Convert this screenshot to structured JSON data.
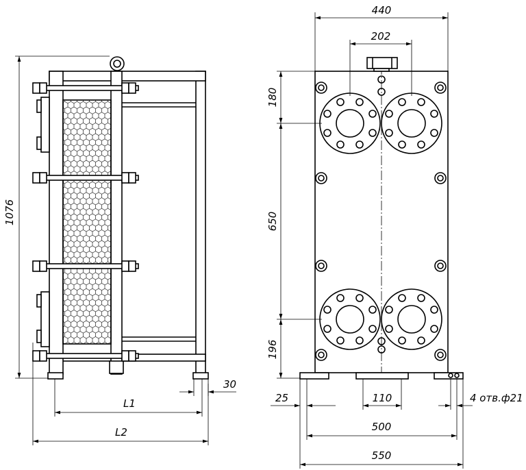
{
  "drawing": {
    "side_view": {
      "height_label": "1076",
      "flange_label": "30",
      "l1_label": "L1",
      "l2_label": "L2"
    },
    "front_view": {
      "width_label": "440",
      "port_spacing_label": "202",
      "top_offset_label": "180",
      "port_vertical_label": "650",
      "bottom_offset_label": "196",
      "foot_margin_label": "25",
      "foot_center_label": "110",
      "holes_label": "4 отв.ф21",
      "hole_spacing_label": "500",
      "base_width_label": "550"
    }
  }
}
